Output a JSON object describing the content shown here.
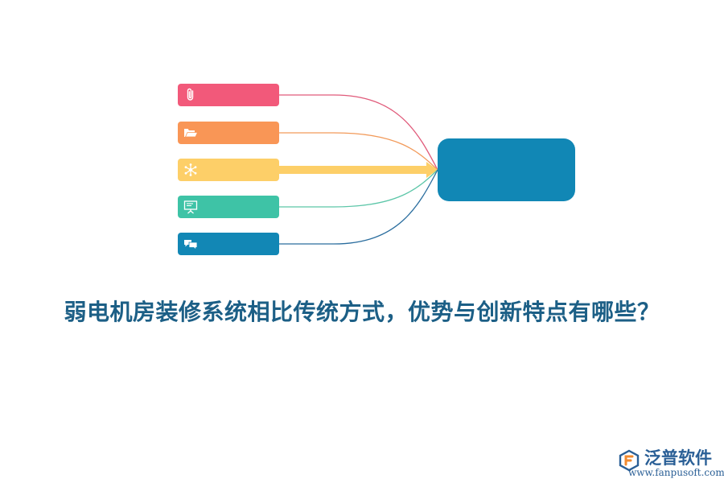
{
  "diagram": {
    "items": [
      {
        "icon": "paperclip-icon",
        "color": "#f2597a"
      },
      {
        "icon": "folder-icon",
        "color": "#f99656"
      },
      {
        "icon": "network-icon",
        "color": "#fdcf68"
      },
      {
        "icon": "presentation-board-icon",
        "color": "#3ec3a6"
      },
      {
        "icon": "chat-bubbles-icon",
        "color": "#1287b5"
      }
    ],
    "highlighted_item": 2,
    "target_color": "#1187b5",
    "connector_colors": [
      "#e05a7a",
      "#f29a5a",
      "#fdcf68",
      "#5cc6a8",
      "#2a6d9e"
    ]
  },
  "caption": "弱电机房装修系统相比传统方式，优势与创新特点有哪些？",
  "logo": {
    "name": "泛普软件",
    "url": "www.fanpusoft.com",
    "color": "#2a5f96"
  }
}
